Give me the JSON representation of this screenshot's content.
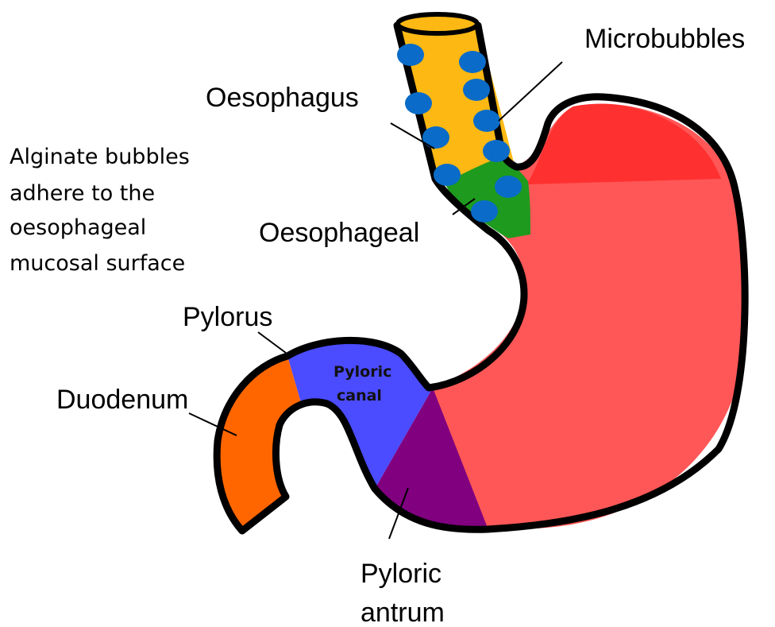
{
  "labels": {
    "microbubbles": "Microbubbles",
    "oesophagus": "Oesophagus",
    "oesophageal": "Oesophageal",
    "pylorus": "Pylorus",
    "duodenum": "Duodenum",
    "pyloric_canal_line1": "Pyloric",
    "pyloric_canal_line2": "canal",
    "pyloric_antrum_line1": "Pyloric",
    "pyloric_antrum_line2": "antrum"
  },
  "note": {
    "line1": "Alginate bubbles",
    "line2": "adhere to the",
    "line3": "oesophageal",
    "line4": "mucosal surface"
  },
  "colors": {
    "oesophagus": "#FDB813",
    "oesophageal_junction": "#1E9A1E",
    "stomach_body": "#FF5757",
    "fundus": "#FF3030",
    "pyloric_canal": "#4B4BFF",
    "pyloric_antrum": "#800080",
    "duodenum": "#FF6600",
    "microbubble": "#0A6CC8",
    "outline": "#000000"
  }
}
